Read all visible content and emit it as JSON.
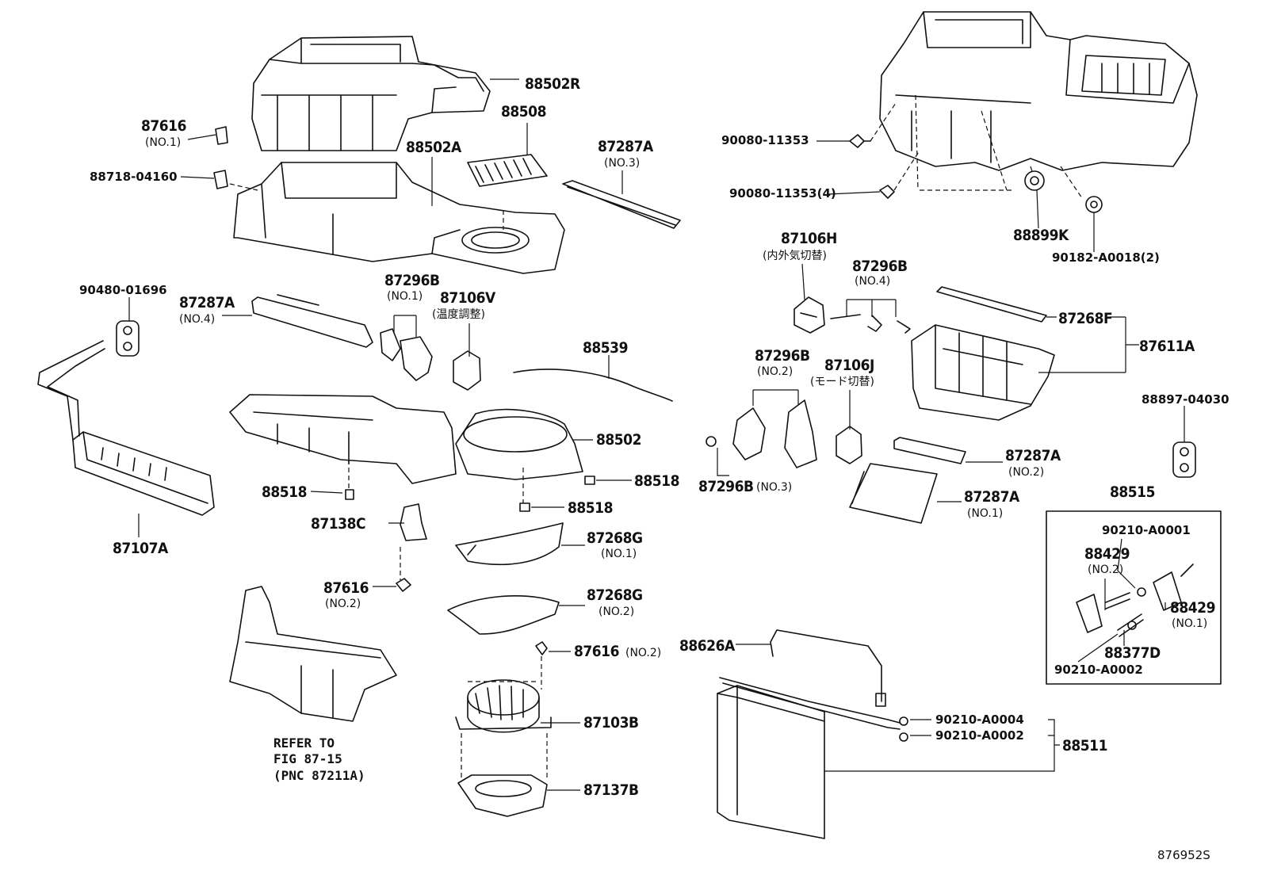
{
  "diagram_code": "876952S",
  "reference_note": [
    "REFER TO",
    "FIG 87-15",
    "(PNC 87211A)"
  ],
  "labels": {
    "p88502R": "88502R",
    "p87616_a": "87616",
    "p87616_a_sub": "(NO.1)",
    "p88508": "88508",
    "p88502A": "88502A",
    "p87287A_a": "87287A",
    "p87287A_a_sub": "(NO.3)",
    "p88718": "88718-04160",
    "p90080_a": "90080-11353",
    "p90080_b": "90080-11353(4)",
    "p88899K": "88899K",
    "p90182": "90182-A0018(2)",
    "p87106H": "87106H",
    "p87106H_sub": "(内外気切替)",
    "p87296B_a": "87296B",
    "p87296B_a_sub": "(NO.4)",
    "p87268F": "87268F",
    "p87611A": "87611A",
    "p90480": "90480-01696",
    "p87287A_b": "87287A",
    "p87287A_b_sub": "(NO.4)",
    "p87296B_b": "87296B",
    "p87296B_b_sub": "(NO.1)",
    "p87106V": "87106V",
    "p87106V_sub": "(温度調整)",
    "p88539": "88539",
    "p87296B_c": "87296B",
    "p87296B_c_sub": "(NO.2)",
    "p87106J": "87106J",
    "p87106J_sub": "(モード切替)",
    "p88897": "88897-04030",
    "p88502": "88502",
    "p88518_a": "88518",
    "p88518_b": "88518",
    "p88518_c": "88518",
    "p87296B_d": "87296B",
    "p87296B_d_sub": "(NO.3)",
    "p87287A_c": "87287A",
    "p87287A_c_sub": "(NO.2)",
    "p87287A_d": "87287A",
    "p87287A_d_sub": "(NO.1)",
    "p88515": "88515",
    "p90210_a": "90210-A0001",
    "p88429_a": "88429",
    "p88429_a_sub": "(NO.2)",
    "p88429_b": "88429",
    "p88429_b_sub": "(NO.1)",
    "p88377D": "88377D",
    "p90210_b": "90210-A0002",
    "p87138C": "87138C",
    "p87107A": "87107A",
    "p87268G_a": "87268G",
    "p87268G_a_sub": "(NO.1)",
    "p87616_b": "87616",
    "p87616_b_sub": "(NO.2)",
    "p87268G_b": "87268G",
    "p87268G_b_sub": "(NO.2)",
    "p88626A": "88626A",
    "p87616_c": "87616",
    "p87616_c_sub": "(NO.2)",
    "p87103B": "87103B",
    "p90210_c": "90210-A0004",
    "p90210_d": "90210-A0002",
    "p88511": "88511",
    "p87137B": "87137B"
  }
}
